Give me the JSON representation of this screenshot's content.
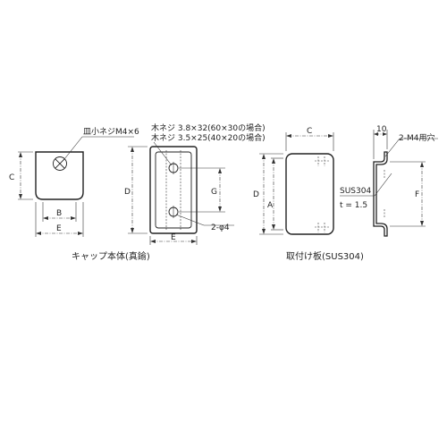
{
  "cap_view": {
    "callout_screw": "皿小ネジM4×6",
    "dim_c": "C",
    "dim_b": "B",
    "dim_e": "E"
  },
  "body_view": {
    "callout_screw_1": "木ネジ 3.8×32(60×30の場合)",
    "callout_screw_2": "木ネジ 3.5×25(40×20の場合)",
    "dim_d": "D",
    "dim_g": "G",
    "dim_e": "E",
    "hole_note": "2-φ4"
  },
  "plate_side": {
    "dim_c": "C",
    "dim_d": "D",
    "dim_a": "A"
  },
  "plate_front": {
    "dim_10": "10",
    "hole_note": "2-M4用穴",
    "material": "SUS304",
    "thickness": "t = 1.5",
    "dim_f": "F"
  },
  "captions": {
    "cap": "キャップ本体(真鍮)",
    "plate": "取付け板(SUS304)"
  },
  "colors": {
    "line": "#222222",
    "background": "#ffffff"
  }
}
